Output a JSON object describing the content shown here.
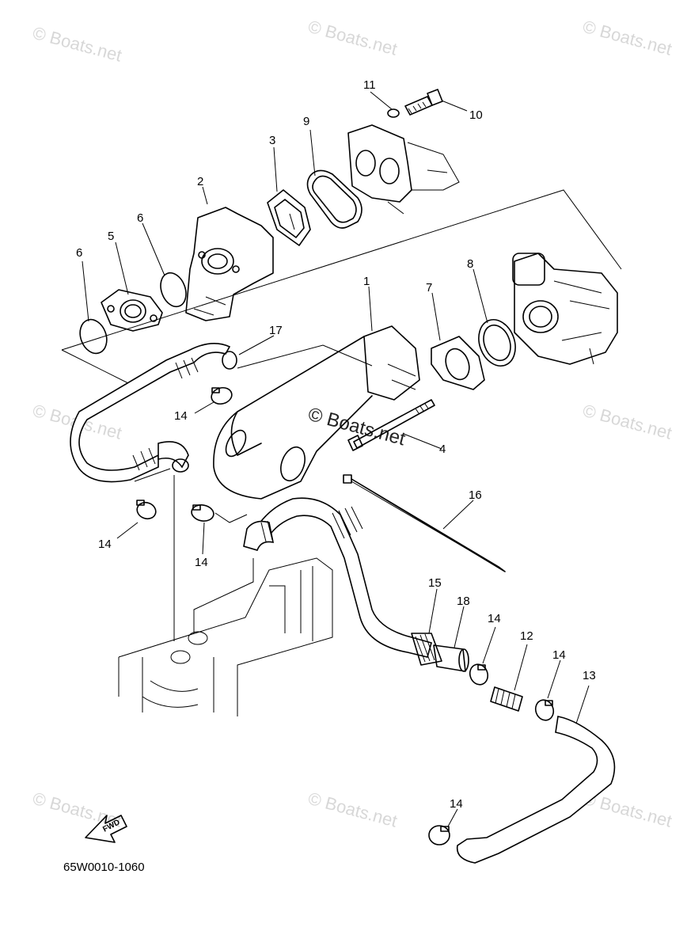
{
  "watermark": "© Boats.net",
  "diagram_code": "65W0010-1060",
  "fwd_label": "FWD",
  "callouts": [
    {
      "id": "c1",
      "text": "1"
    },
    {
      "id": "c2",
      "text": "2"
    },
    {
      "id": "c3",
      "text": "3"
    },
    {
      "id": "c4",
      "text": "4"
    },
    {
      "id": "c5",
      "text": "5"
    },
    {
      "id": "c6a",
      "text": "6"
    },
    {
      "id": "c6b",
      "text": "6"
    },
    {
      "id": "c7",
      "text": "7"
    },
    {
      "id": "c8",
      "text": "8"
    },
    {
      "id": "c9",
      "text": "9"
    },
    {
      "id": "c10",
      "text": "10"
    },
    {
      "id": "c11",
      "text": "11"
    },
    {
      "id": "c12",
      "text": "12"
    },
    {
      "id": "c13",
      "text": "13"
    },
    {
      "id": "c14a",
      "text": "14"
    },
    {
      "id": "c14b",
      "text": "14"
    },
    {
      "id": "c14c",
      "text": "14"
    },
    {
      "id": "c14d",
      "text": "14"
    },
    {
      "id": "c14e",
      "text": "14"
    },
    {
      "id": "c14f",
      "text": "14"
    },
    {
      "id": "c15",
      "text": "15"
    },
    {
      "id": "c16",
      "text": "16"
    },
    {
      "id": "c17",
      "text": "17"
    },
    {
      "id": "c18",
      "text": "18"
    }
  ]
}
